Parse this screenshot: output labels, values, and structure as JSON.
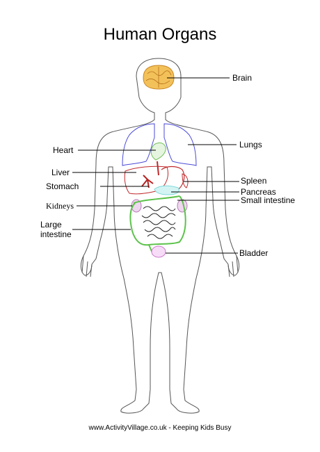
{
  "title": "Human Organs",
  "labels": {
    "brain": "Brain",
    "lungs": "Lungs",
    "heart": "Heart",
    "liver": "Liver",
    "spleen": "Spleen",
    "stomach": "Stomach",
    "pancreas": "Pancreas",
    "kidneys": "Kidneys",
    "small_intestine": "Small intestine",
    "large_intestine_1": "Large",
    "large_intestine_2": "intestine",
    "bladder": "Bladder"
  },
  "footer": "www.ActivityVillage.co.uk - Keeping Kids Busy",
  "colors": {
    "brain": "#e8a33c",
    "lungs": "#4a4ad8",
    "heart": "#6fbf55",
    "liver": "#c0282a",
    "stomach": "#c0282a",
    "spleen": "#c0282a",
    "pancreas": "#7fd8d8",
    "kidneys": "#b87ab8",
    "small_intestine": "#222222",
    "large_intestine": "#5cc24a",
    "bladder": "#cc77cc",
    "body_outline": "#555555"
  }
}
